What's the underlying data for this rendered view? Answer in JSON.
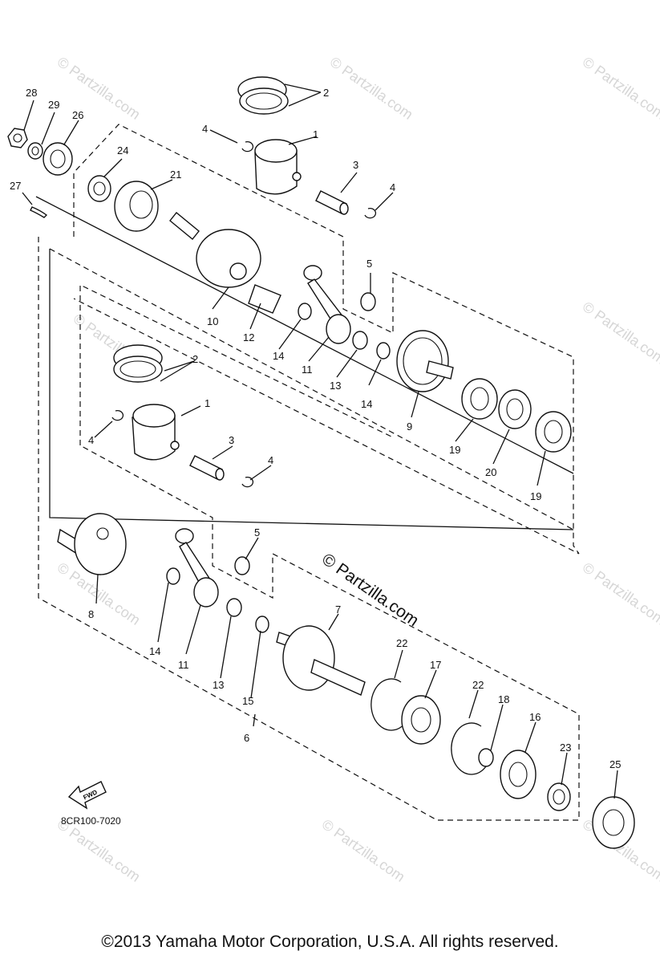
{
  "watermark": {
    "text": "© Partzilla.com",
    "main_text": "© Partzilla.com"
  },
  "fwd_label": "FWD",
  "diagram_code": "8CR100-7020",
  "copyright": "©2013 Yamaha Motor Corporation, U.S.A. All rights reserved.",
  "callouts": [
    "1",
    "2",
    "3",
    "4",
    "5",
    "6",
    "7",
    "8",
    "9",
    "10",
    "11",
    "12",
    "13",
    "14",
    "15",
    "16",
    "17",
    "18",
    "19",
    "20",
    "21",
    "22",
    "23",
    "24",
    "25",
    "26",
    "27",
    "28",
    "29"
  ]
}
